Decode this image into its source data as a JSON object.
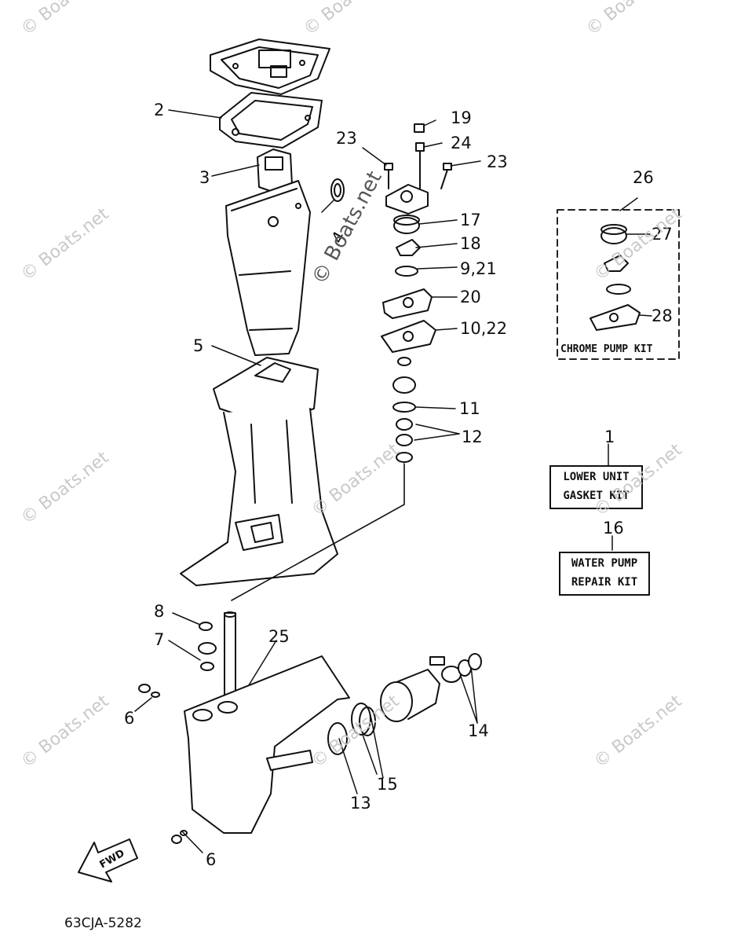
{
  "callouts": {
    "c2": "2",
    "c3": "3",
    "c4": "4",
    "c5": "5",
    "c6a": "6",
    "c6b": "6",
    "c7": "7",
    "c8": "8",
    "c9_21": "9,21",
    "c10_22": "10,22",
    "c11": "11",
    "c12": "12",
    "c13": "13",
    "c14": "14",
    "c15": "15",
    "c17": "17",
    "c18": "18",
    "c19": "19",
    "c20": "20",
    "c23a": "23",
    "c23b": "23",
    "c24": "24",
    "c25": "25",
    "c26": "26",
    "c27": "27",
    "c28": "28",
    "c1": "1",
    "c16": "16"
  },
  "kits": {
    "lower_unit_line1": "LOWER UNIT",
    "lower_unit_line2": "GASKET KIT",
    "water_pump_line1": "WATER PUMP",
    "water_pump_line2": "REPAIR KIT",
    "chrome_pump": "CHROME PUMP KIT"
  },
  "fwd_label": "FWD",
  "diagram_code": "63CJA-5282",
  "watermark": "© Boats.net",
  "watermark_center": "© Boats.net"
}
